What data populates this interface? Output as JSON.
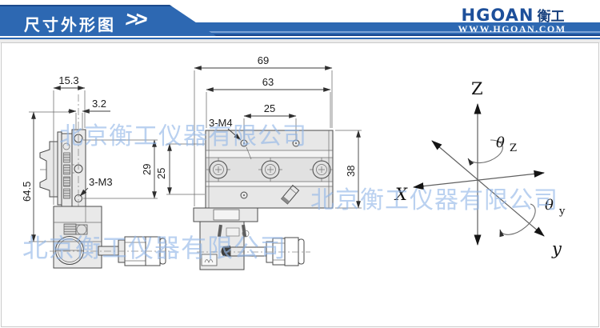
{
  "header": {
    "title": "尺寸外形图",
    "chevrons": ">>",
    "logo": {
      "brand": "HGOAN",
      "brand_cn": "衡工",
      "website": "WWW.HGOAN.COM"
    },
    "colors": {
      "bar_blue": "#2d68b2",
      "dark_blue": "#16448c",
      "logo_blue": "#1d4f9a"
    }
  },
  "watermark": {
    "text": "北京衡工仪器有限公司",
    "color": "#8fb5e7"
  },
  "drawing": {
    "side_view": {
      "dims": {
        "width_top": "15.3",
        "face_offset": "3.2",
        "hole_span": "29",
        "height": "64.5",
        "thread": "3-M3"
      }
    },
    "top_view": {
      "dims": {
        "overall_width": "69",
        "body_width": "63",
        "hole_span_h": "25",
        "hole_span_v": "25",
        "depth": "38",
        "thread": "3-M4"
      }
    },
    "axes": {
      "z_label": "Z",
      "x_label": "X",
      "y_label": "y",
      "theta": "θ",
      "theta_z_sub": "Z",
      "theta_y_sub": "y"
    }
  }
}
